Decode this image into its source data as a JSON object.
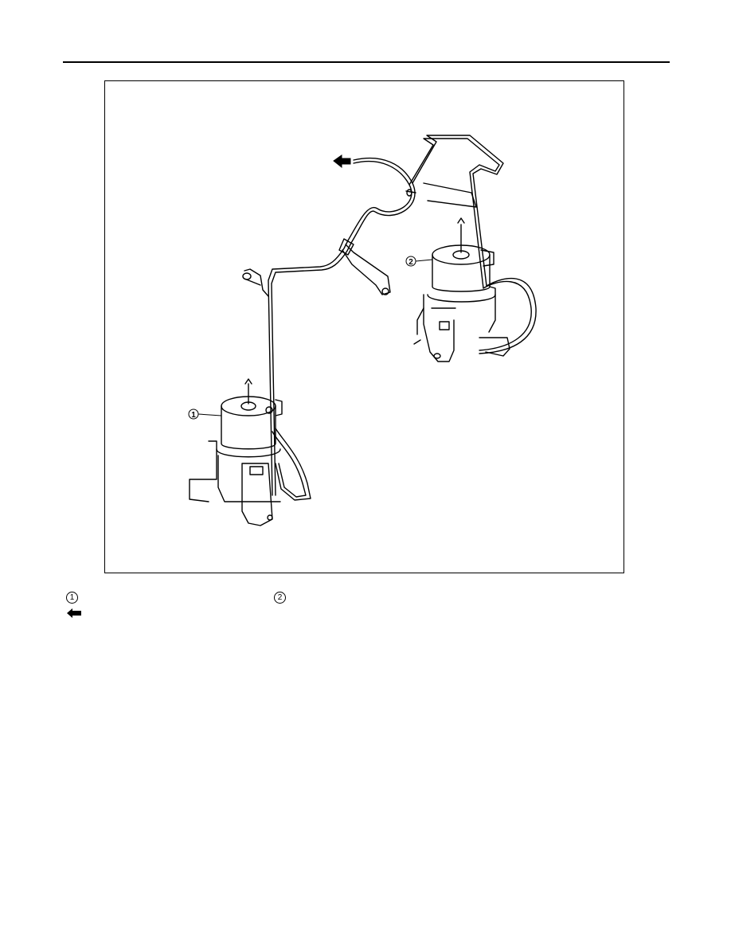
{
  "figure": {
    "callouts": [
      {
        "number": "1"
      },
      {
        "number": "2"
      }
    ]
  },
  "legend": {
    "items": [
      {
        "number": "1",
        "label": ""
      },
      {
        "number": "2",
        "label": ""
      }
    ],
    "arrow": {
      "icon": "left-arrow-icon",
      "label": ""
    }
  }
}
